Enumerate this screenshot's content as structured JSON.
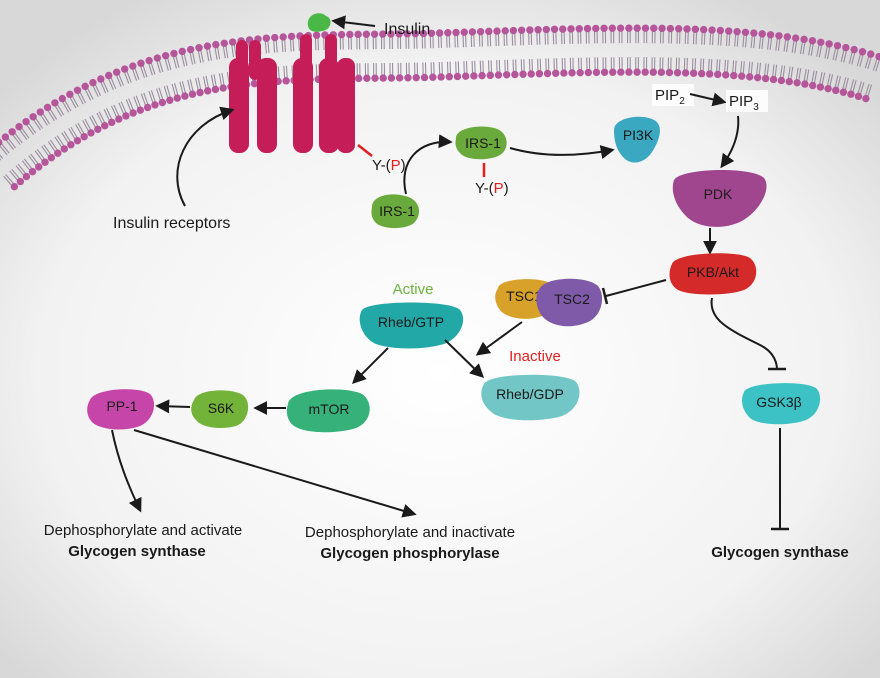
{
  "labels": {
    "insulin": "Insulin",
    "insulin_receptors": "Insulin receptors",
    "pip2_main": "PIP",
    "pip2_sub": "2",
    "pip3_main": "PIP",
    "pip3_sub": "3",
    "y_prefix": "Y-(",
    "p": "P",
    "y_suffix": ")",
    "active": "Active",
    "inactive": "Inactive",
    "dephos_activate": "Dephosphorylate and activate",
    "glycogen_synthase_left": "Glycogen synthase",
    "dephos_inactivate": "Dephosphorylate and inactivate",
    "glycogen_phosphorylase": "Glycogen phosphorylase",
    "glycogen_synthase_right": "Glycogen synthase",
    "gsk_main": "GSK3",
    "gsk_beta": "β"
  },
  "nodes": {
    "irs1_membrane": "IRS-1",
    "irs1_phos": "IRS-1",
    "pi3k": "PI3K",
    "pdk": "PDK",
    "pkb_akt": "PKB/Akt",
    "tsc1": "TSC1",
    "tsc2": "TSC2",
    "rheb_gtp": "Rheb/GTP",
    "rheb_gdp": "Rheb/GDP",
    "mtor": "mTOR",
    "s6k": "S6K",
    "pp1": "PP-1"
  },
  "colors": {
    "membrane_head": "#b5569b",
    "membrane_tail": "#9c8ea0",
    "receptor": "#c51d57",
    "insulin": "#49b847",
    "irs1": "#6aaa3c",
    "pi3k": "#3aa8c1",
    "pdk": "#a0468f",
    "pkb": "#d42a2a",
    "tsc1": "#d8a22a",
    "tsc2": "#7e5aa8",
    "rheb_gtp": "#23a8a8",
    "rheb_gdp": "#72c6c6",
    "mtor": "#36b17a",
    "s6k": "#73b33a",
    "pp1": "#c645a8",
    "gsk": "#3cc2c4",
    "active": "#6db33f",
    "inactive": "#e02020",
    "p_red": "#e02020"
  }
}
